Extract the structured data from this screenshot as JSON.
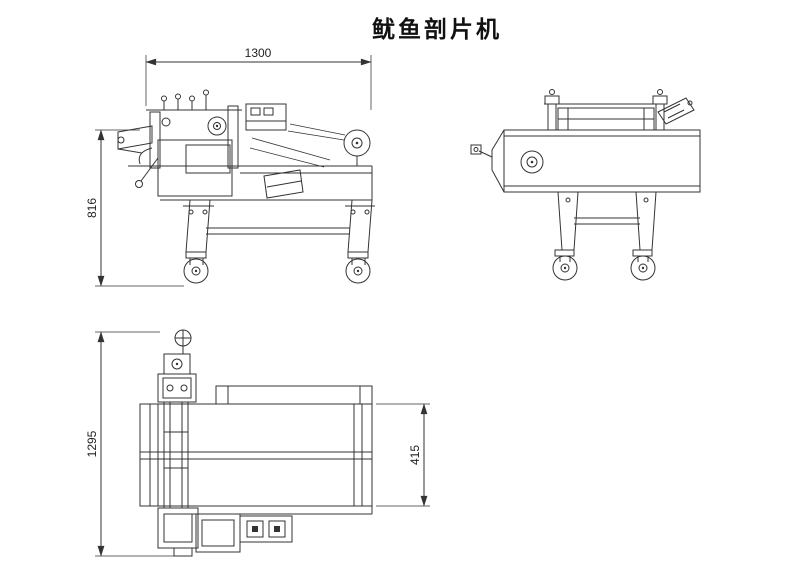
{
  "title": "鱿鱼剖片机",
  "views": {
    "front": {
      "width_mm": "1300",
      "height_mm": "816"
    },
    "top": {
      "length_mm": "1295",
      "belt_width_mm": "415"
    }
  }
}
